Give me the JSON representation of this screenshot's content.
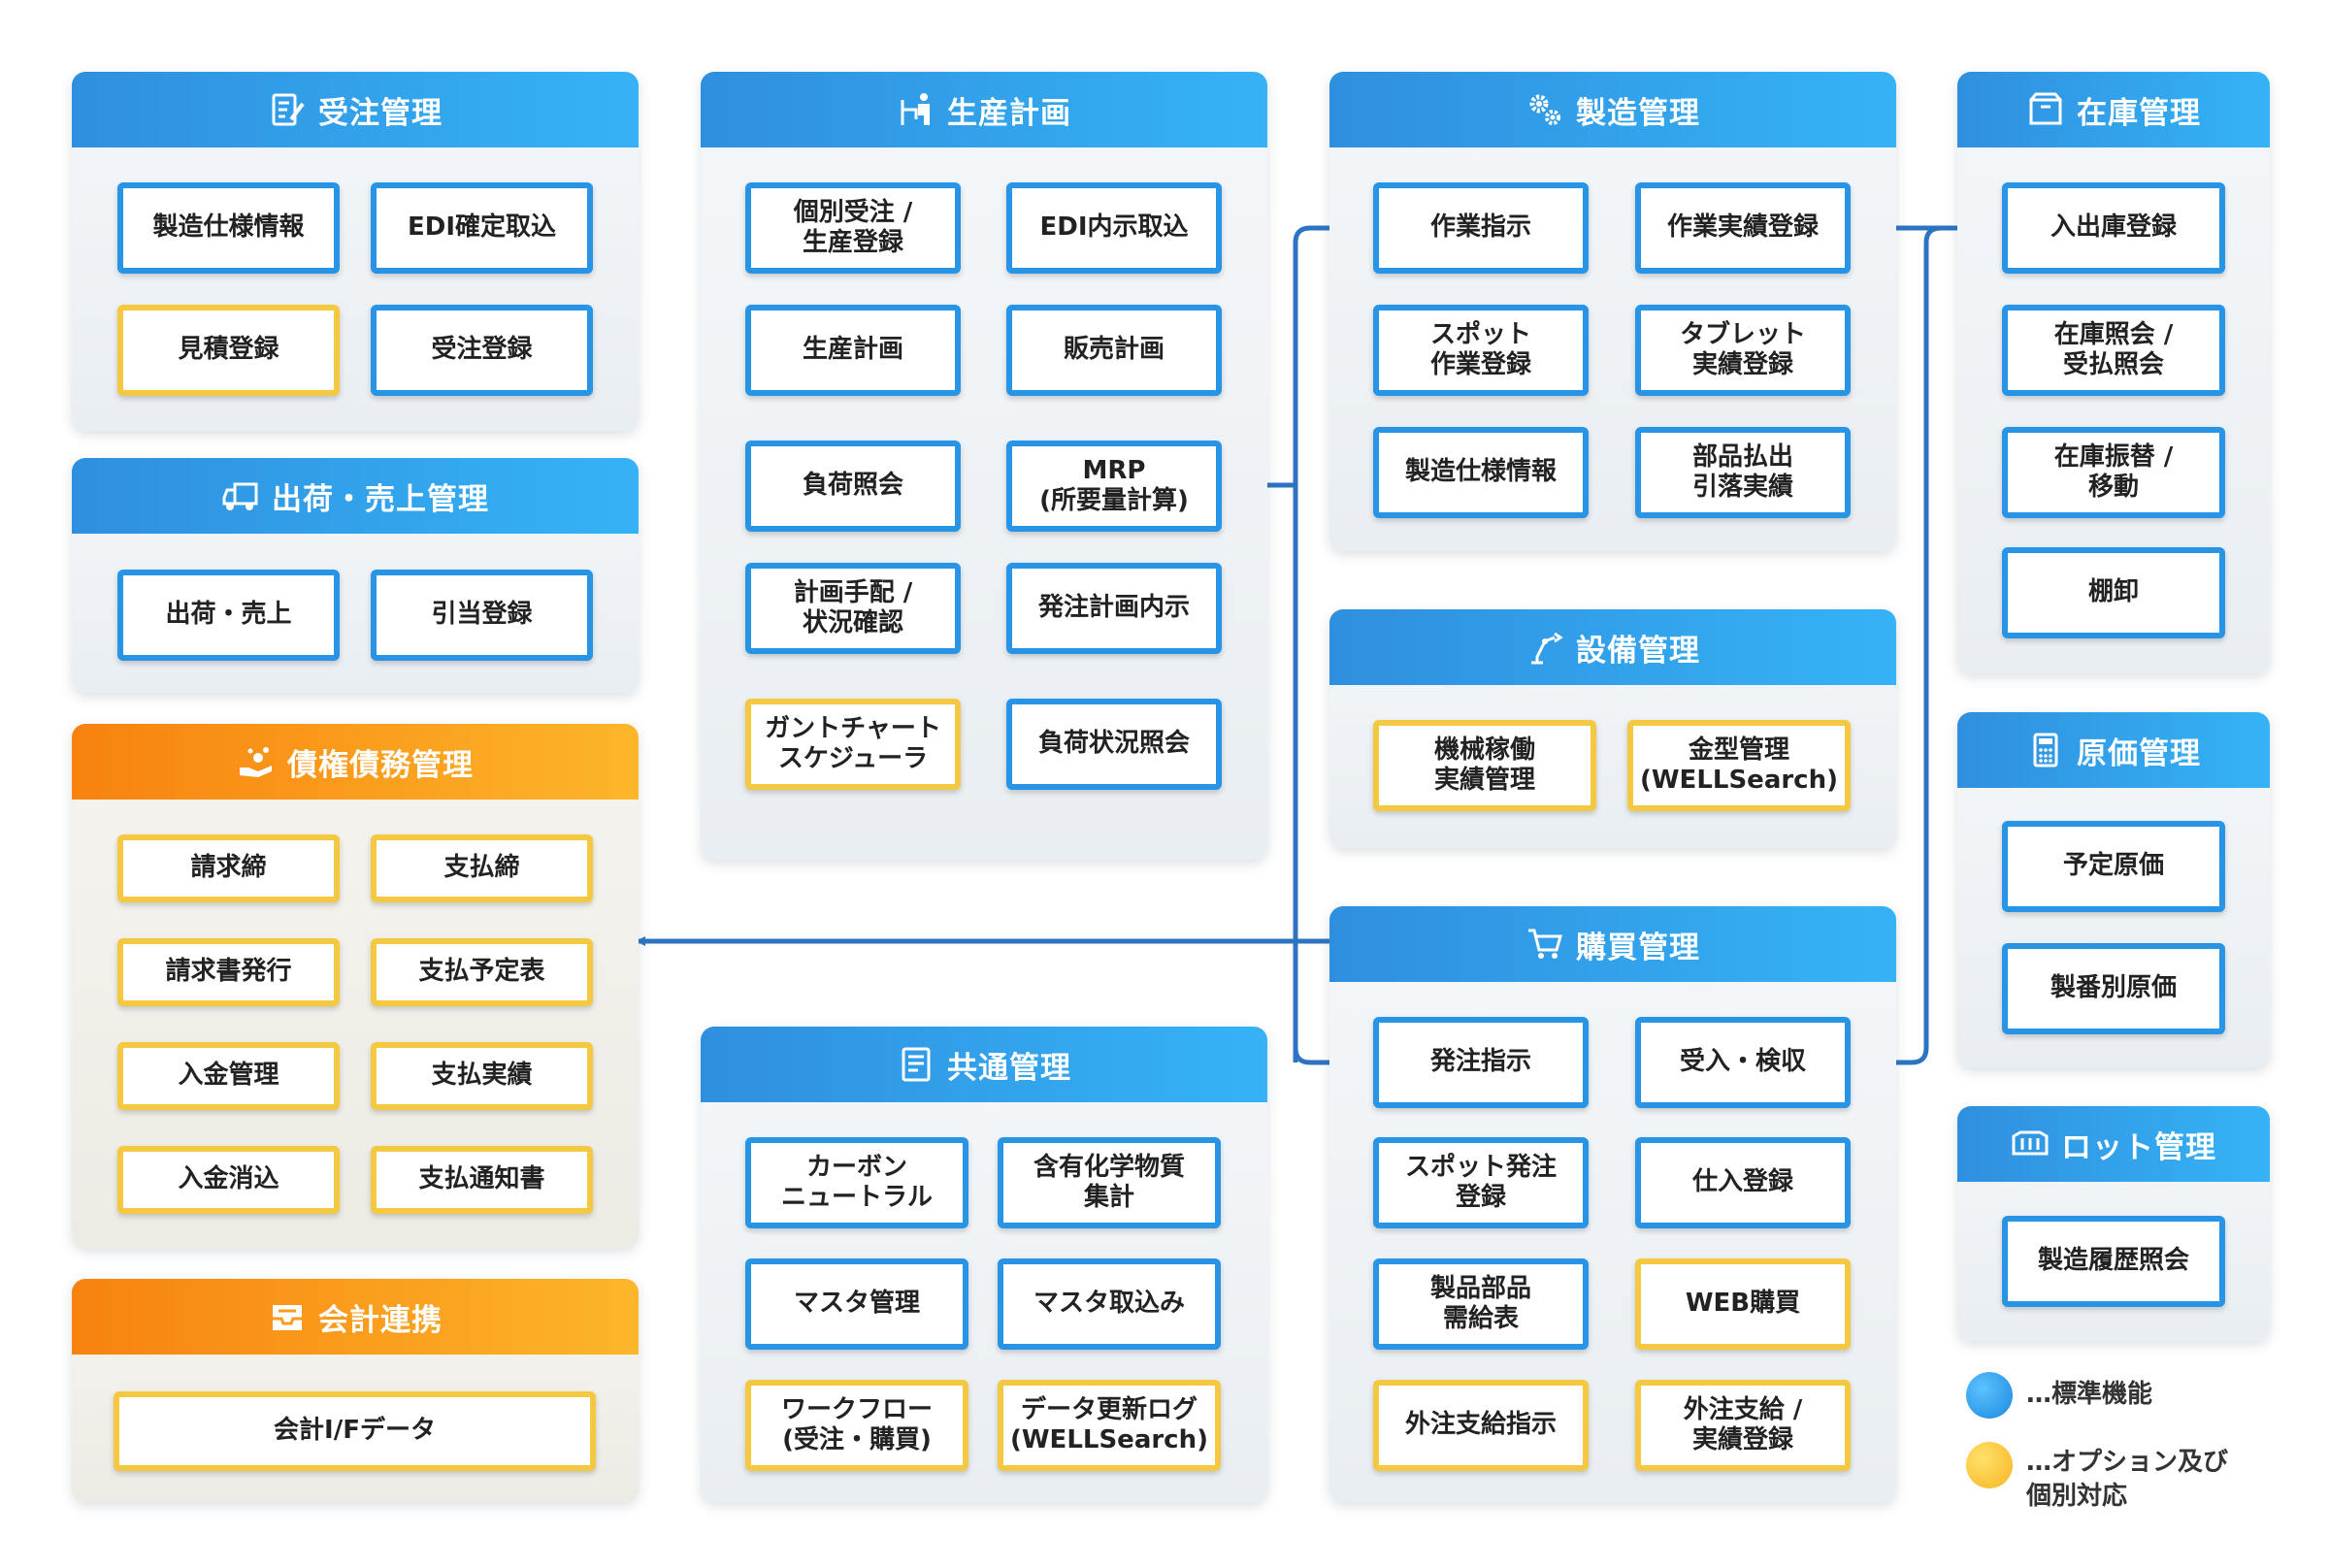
{
  "panels": {
    "order": {
      "title": "受注管理",
      "items": [
        "製造仕様情報",
        "EDI確定取込",
        "見積登録",
        "受注登録"
      ]
    },
    "shipping": {
      "title": "出荷・売上管理",
      "items": [
        "出荷・売上",
        "引当登録"
      ]
    },
    "receivables": {
      "title": "債権債務管理",
      "items": [
        "請求締",
        "支払締",
        "請求書発行",
        "支払予定表",
        "入金管理",
        "支払実績",
        "入金消込",
        "支払通知書"
      ]
    },
    "accounting": {
      "title": "会計連携",
      "items": [
        "会計I/Fデータ"
      ]
    },
    "planning": {
      "title": "生産計画",
      "items": [
        "個別受注 /\n生産登録",
        "EDI内示取込",
        "生産計画",
        "販売計画",
        "負荷照会",
        "MRP\n(所要量計算)",
        "計画手配 /\n状況確認",
        "発注計画内示",
        "ガントチャート\nスケジューラ",
        "負荷状況照会"
      ]
    },
    "common": {
      "title": "共通管理",
      "items": [
        "カーボン\nニュートラル",
        "含有化学物質\n集計",
        "マスタ管理",
        "マスタ取込み",
        "ワークフロー\n(受注・購買)",
        "データ更新ログ\n(WELLSearch)"
      ]
    },
    "manufacturing": {
      "title": "製造管理",
      "items": [
        "作業指示",
        "作業実績登録",
        "スポット\n作業登録",
        "タブレット\n実績登録",
        "製造仕様情報",
        "部品払出\n引落実績"
      ]
    },
    "equipment": {
      "title": "設備管理",
      "items": [
        "機械稼働\n実績管理",
        "金型管理\n(WELLSearch)"
      ]
    },
    "purchasing": {
      "title": "購買管理",
      "items": [
        "発注指示",
        "受入・検収",
        "スポット発注\n登録",
        "仕入登録",
        "製品部品\n需給表",
        "WEB購買",
        "外注支給指示",
        "外注支給 /\n実績登録"
      ]
    },
    "inventory": {
      "title": "在庫管理",
      "items": [
        "入出庫登録",
        "在庫照会 /\n受払照会",
        "在庫振替 /\n移動",
        "棚卸"
      ]
    },
    "cost": {
      "title": "原価管理",
      "items": [
        "予定原価",
        "製番別原価"
      ]
    },
    "lot": {
      "title": "ロット管理",
      "items": [
        "製造履歴照会"
      ]
    }
  },
  "legend": {
    "standard": "…標準機能",
    "optional": "…オプション及び\n個別対応"
  },
  "colors": {
    "standard": "#2794e6",
    "optional": "#f5c842",
    "line": "#2c74c2",
    "header_blue": "#35b3f6",
    "header_orange": "#fdb62a"
  },
  "icons": {
    "order": "order-form-icon",
    "shipping": "truck-icon",
    "receivables": "hand-coins-icon",
    "accounting": "tray-icon",
    "planning": "worker-icon",
    "common": "document-icon",
    "manufacturing": "gears-icon",
    "equipment": "robot-arm-icon",
    "purchasing": "cart-icon",
    "inventory": "box-icon",
    "cost": "calculator-icon",
    "lot": "pallet-icon"
  }
}
